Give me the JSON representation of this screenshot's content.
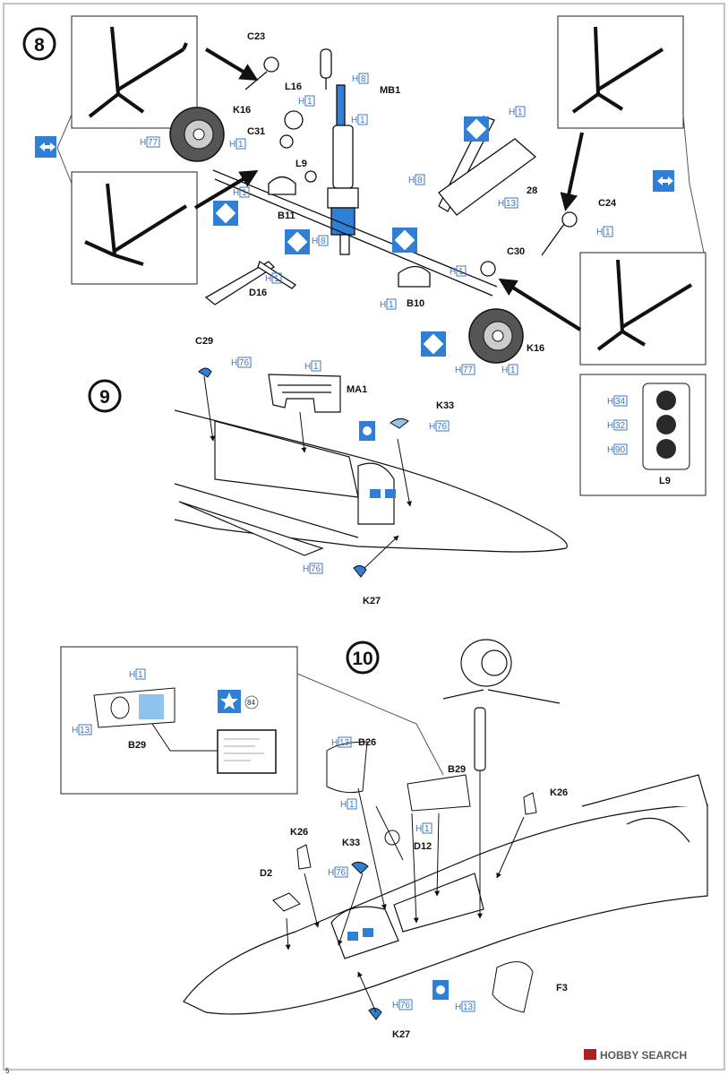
{
  "colors": {
    "accent_blue": "#2f7fd6",
    "light_blue": "#8fc3ee",
    "ink": "#111111",
    "dark_fill": "#2a2a2a"
  },
  "steps": {
    "s8": "8",
    "s9": "9",
    "s10": "10"
  },
  "parts": {
    "C23": "C23",
    "L16": "L16",
    "MB1": "MB1",
    "K16": "K16",
    "C31": "C31",
    "L9": "L9",
    "B11": "B11",
    "D16": "D16",
    "B10": "B10",
    "part28": "28",
    "C24": "C24",
    "C30": "C30",
    "C29": "C29",
    "MA1": "MA1",
    "K33": "K33",
    "K27": "K27",
    "B26": "B26",
    "B29": "B29",
    "K26": "K26",
    "D2": "D2",
    "D12": "D12",
    "F3": "F3"
  },
  "paints": {
    "h1": "H",
    "n1": "1",
    "n8": "8",
    "n13": "13",
    "n76": "76",
    "n77": "77",
    "n34": "34",
    "n32": "32",
    "n90": "90"
  },
  "decal_number": "84",
  "inset_l9_title": "L9",
  "watermark": "HOBBY SEARCH",
  "page_number": "5"
}
